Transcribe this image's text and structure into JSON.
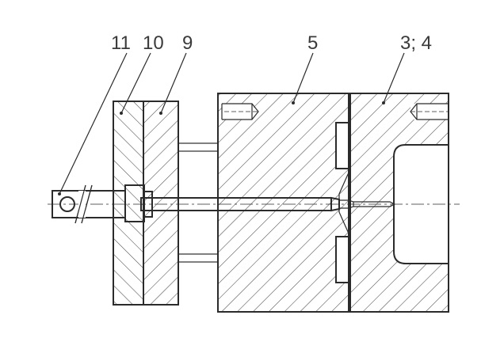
{
  "labels": {
    "l11": "11",
    "l10": "10",
    "l9": "9",
    "l5": "5",
    "l34": "3; 4"
  },
  "colors": {
    "stroke": "#2b2b2b",
    "hatch": "#4a4a4a",
    "text": "#3a3a3a",
    "background": "#ffffff"
  }
}
